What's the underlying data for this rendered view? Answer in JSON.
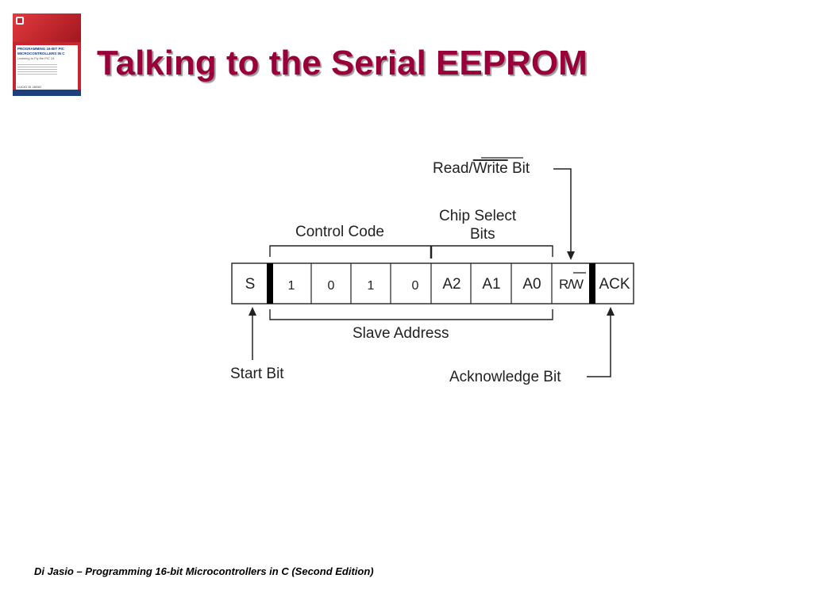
{
  "slide": {
    "title": "Talking to the Serial EEPROM",
    "footer": "Di Jasio – Programming 16-bit Microcontrollers in C (Second Edition)"
  },
  "book_cover": {
    "title": "PROGRAMMING 16-BIT PIC MICROCONTROLLERS IN C",
    "subtitle": "Learning to Fly the PIC 24",
    "author": "LUCIO DI JASIO"
  },
  "diagram": {
    "cells": [
      "S",
      "1",
      "0",
      "1",
      "0",
      "A2",
      "A1",
      "A0",
      "R/W",
      "ACK"
    ],
    "labels": {
      "read_write_prefix": "Read/",
      "read_write_overbar": "Write",
      "read_write_suffix": " Bit",
      "control_code": "Control Code",
      "chip_select_line1": "Chip Select",
      "chip_select_line2": "Bits",
      "slave_address": "Slave Address",
      "start_bit": "Start Bit",
      "acknowledge_bit": "Acknowledge Bit"
    }
  }
}
